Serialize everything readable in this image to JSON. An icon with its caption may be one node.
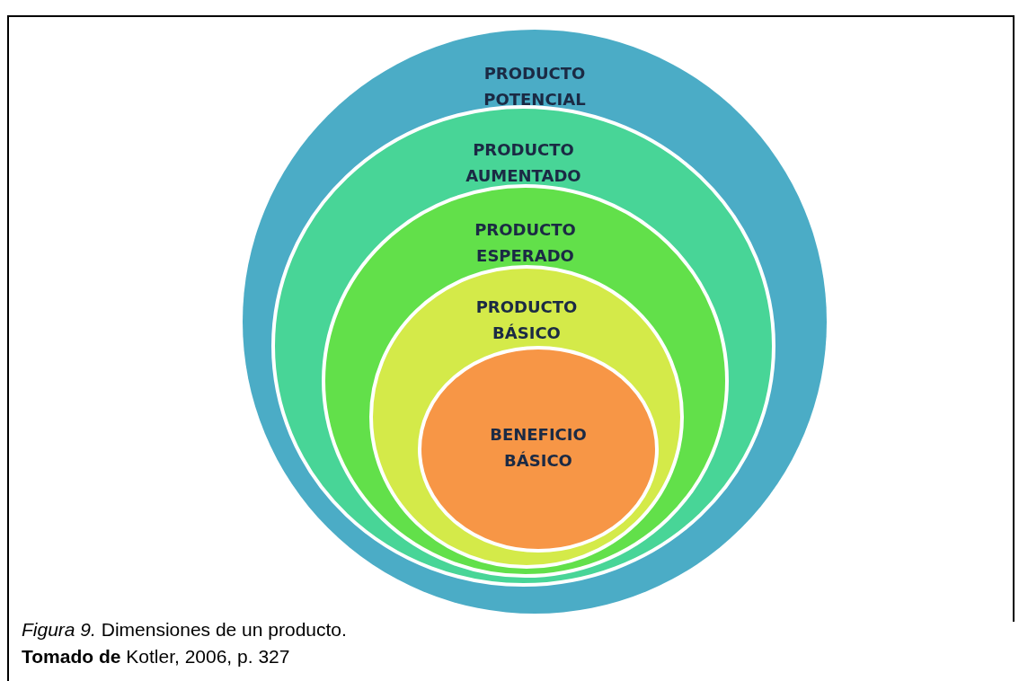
{
  "diagram": {
    "caption": "*Figura 9.* Dimensiones de un producto.",
    "nodes": [
      {
        "text": [
          "PRODUCTO POTENCIAL"
        ]
      },
      {
        "text": [
          "PRODUCTO AUMENTADO"
        ],
        "in": 0
      },
      {
        "text": [
          "PRODUCTO ESPERADO"
        ],
        "in": 1
      },
      {
        "text": [
          "PRODUCTO BÁSICO"
        ],
        "in": 2
      },
      {
        "text": [
          "BENEFICIO BÁSICO"
        ],
        "in": 3
      }
    ],
    "labels": [
      "**Tomado de** Kotler, 2006, p. 327"
    ]
  }
}
